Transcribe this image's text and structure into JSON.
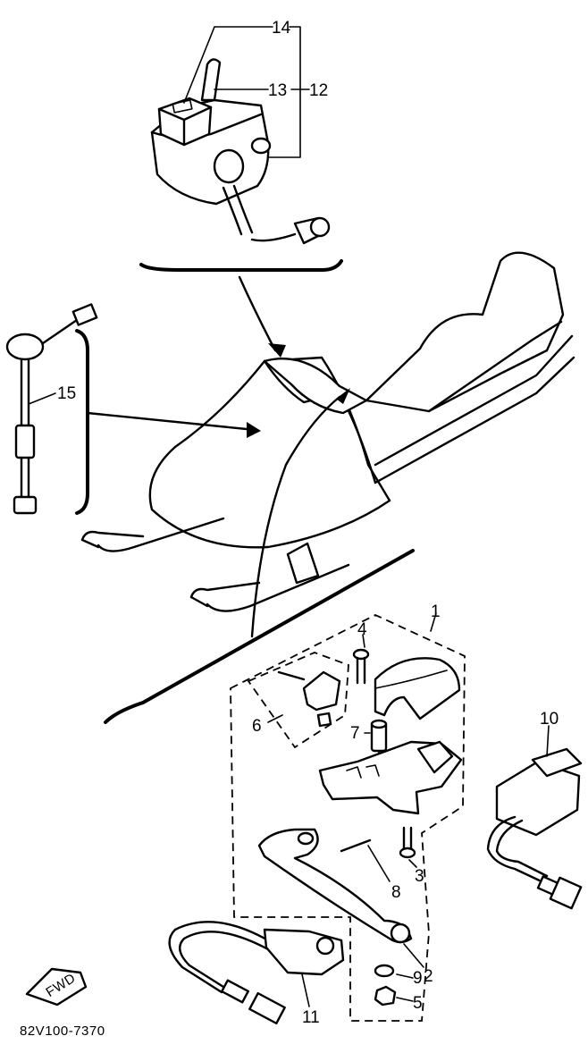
{
  "callouts": {
    "c1": "1",
    "c2": "2",
    "c3": "3",
    "c4": "4",
    "c5": "5",
    "c6": "6",
    "c7": "7",
    "c8": "8",
    "c9": "9",
    "c10": "10",
    "c11": "11",
    "c12": "12",
    "c13": "13",
    "c14": "14",
    "c15": "15"
  },
  "direction_tag": "FWD",
  "diagram_code": "82V100-7370"
}
